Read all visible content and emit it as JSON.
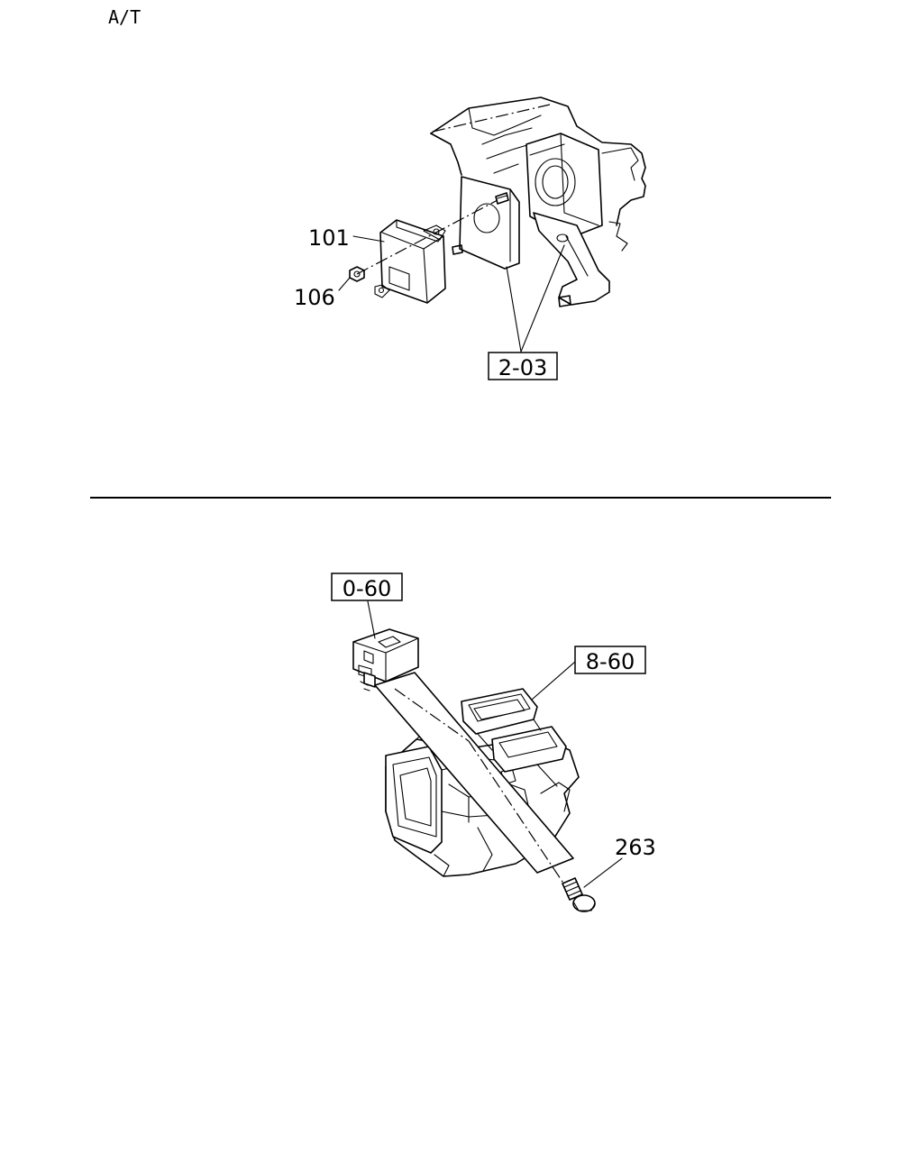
{
  "header": {
    "variant_label": "A/T"
  },
  "upper_diagram": {
    "callouts": {
      "part_101": "101",
      "part_106": "106",
      "ref_2_03": "2-03"
    }
  },
  "lower_diagram": {
    "callouts": {
      "ref_0_60": "0-60",
      "ref_8_60": "8-60",
      "part_263": "263"
    }
  }
}
